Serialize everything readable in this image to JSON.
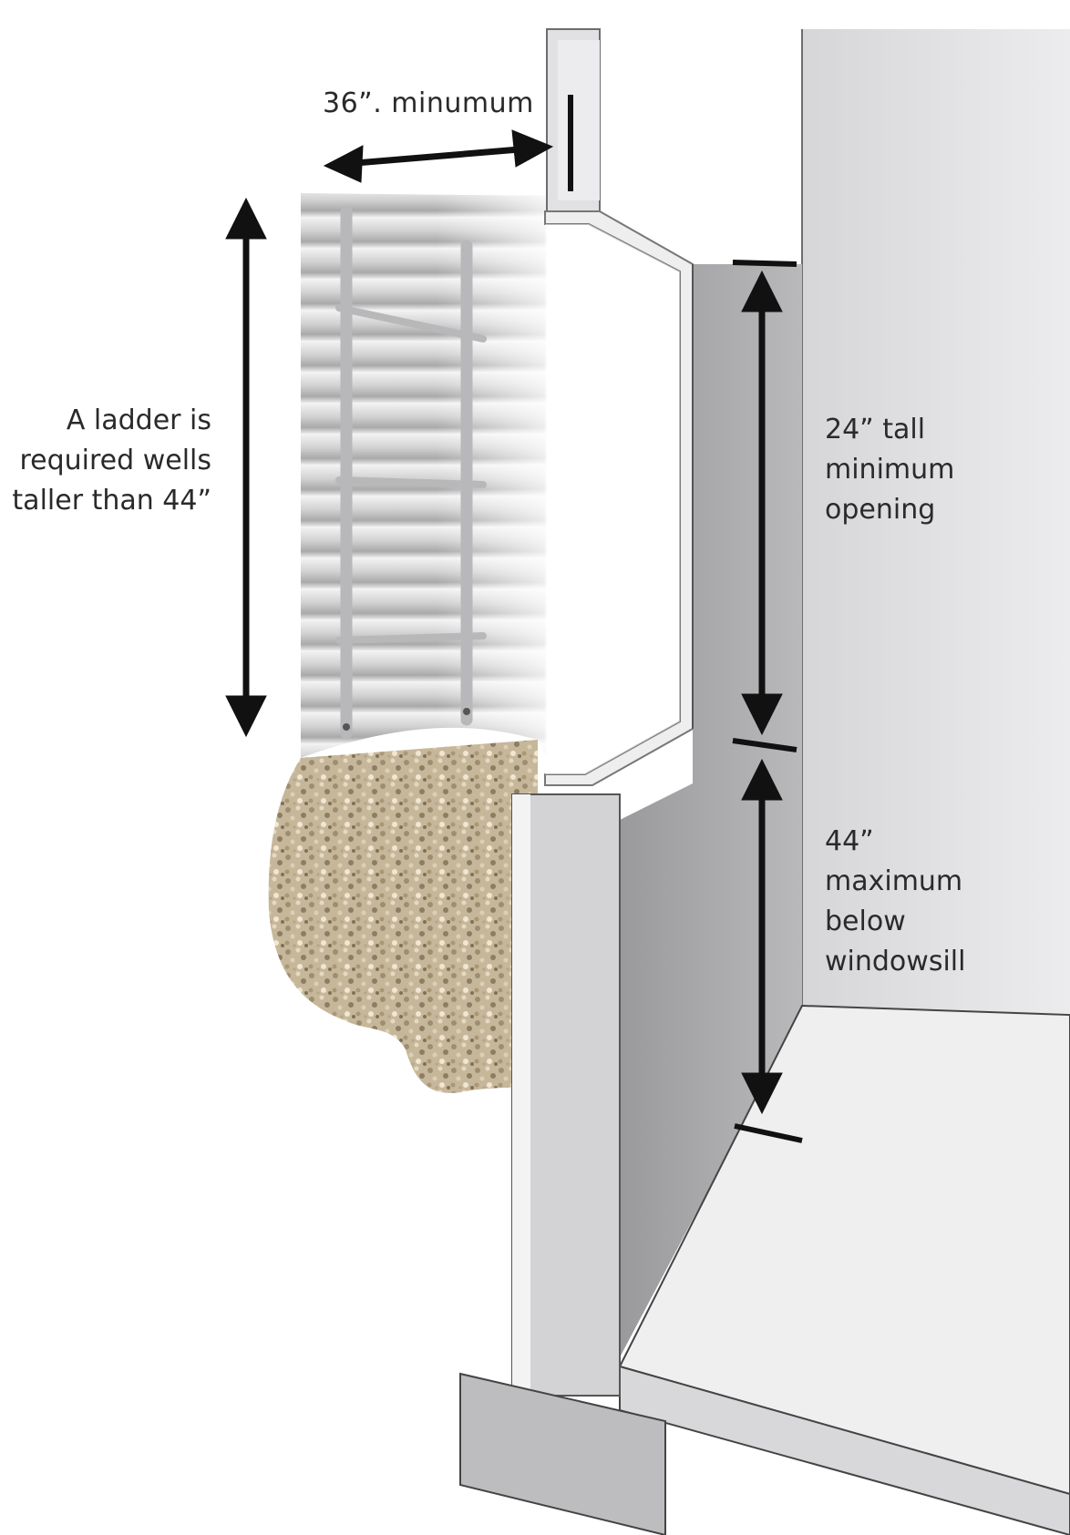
{
  "labels": {
    "width": "36”. minumum",
    "ladder": [
      "A ladder is",
      "required wells",
      "taller than 44”"
    ],
    "opening": [
      "24” tall",
      "minimum",
      "opening"
    ],
    "sill": [
      "44”",
      "maximum",
      "below",
      "windowsill"
    ]
  }
}
